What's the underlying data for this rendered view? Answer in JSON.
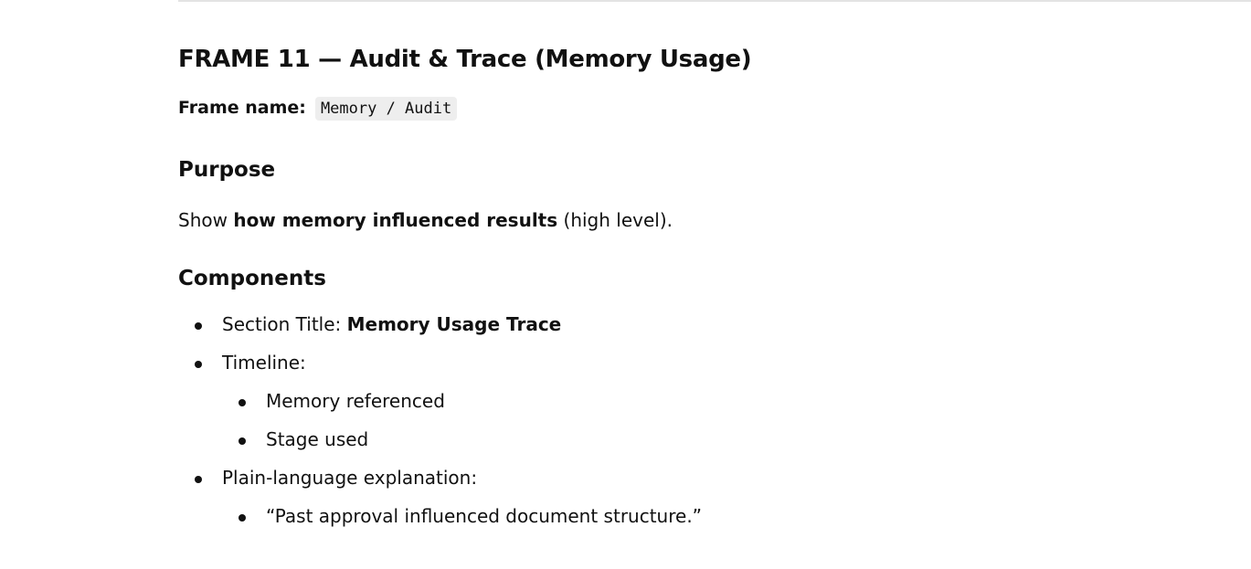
{
  "title": "FRAME 11 — Audit & Trace (Memory Usage)",
  "frame_name": {
    "label": "Frame name:",
    "value": "Memory / Audit"
  },
  "purpose": {
    "heading": "Purpose",
    "pre": "Show ",
    "bold": "how memory influenced results",
    "post": " (high level)."
  },
  "components": {
    "heading": "Components",
    "section_title_label": "Section Title: ",
    "section_title_value": "Memory Usage Trace",
    "timeline_label": "Timeline:",
    "timeline_items": [
      "Memory referenced",
      "Stage used"
    ],
    "explanation_label": "Plain-language explanation:",
    "explanation_items": [
      "“Past approval influenced document structure.”"
    ]
  }
}
